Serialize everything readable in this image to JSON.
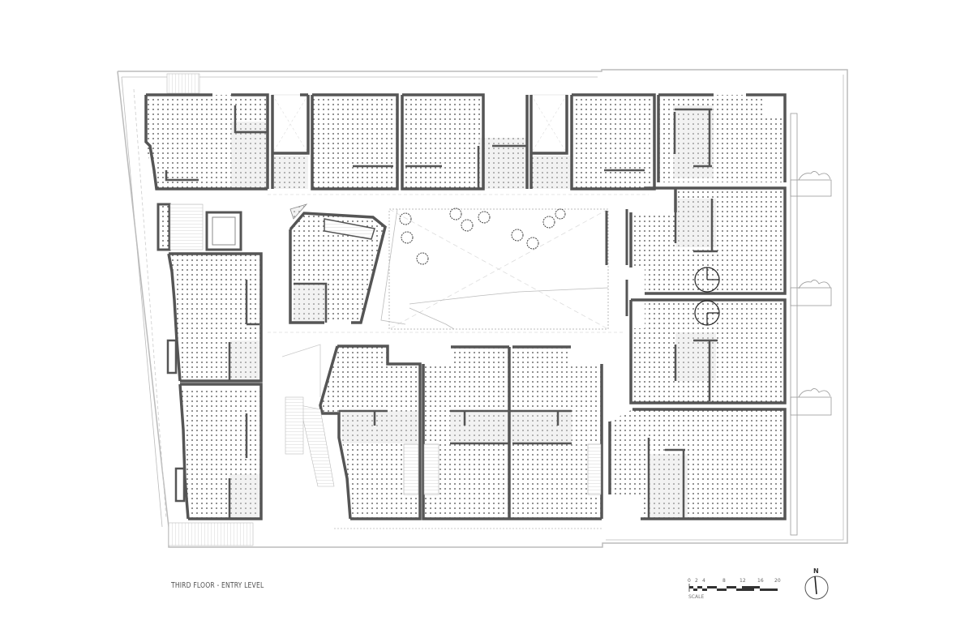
{
  "drawing": {
    "title": "THIRD FLOOR - ENTRY LEVEL",
    "type": "architectural floor plan",
    "colors": {
      "wall": "#555555",
      "unit_fill_dot": "#444444",
      "service_fill": "#eeeeee",
      "site_line": "#bbbbbb",
      "dashed_line": "#cccccc",
      "background": "#ffffff"
    }
  },
  "scale_bar": {
    "caption": "SCALE",
    "ticks": [
      "0",
      "2",
      "4",
      "8",
      "12",
      "16",
      "20"
    ]
  },
  "north_arrow": {
    "label": "N",
    "icon": "north-arrow-icon"
  },
  "courtyard": {
    "trees": 10
  }
}
